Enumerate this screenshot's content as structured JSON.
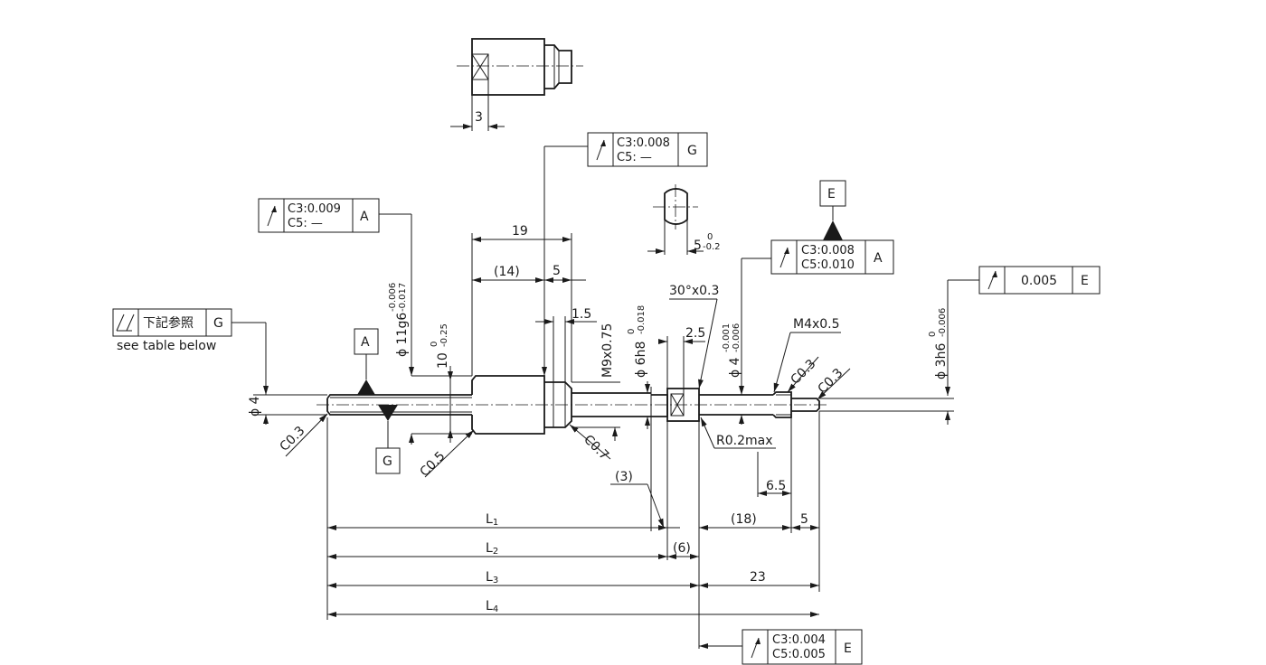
{
  "dimensions": {
    "top_view_3": "3",
    "d19": "19",
    "d14": "(14)",
    "d5": "5",
    "d1_5": "1.5",
    "flat_5": "5",
    "flat_5_tol_up": "0",
    "flat_5_tol_lo": "-0.2",
    "d2_5": "2.5",
    "chamfer_30": "30°x0.3",
    "thread_m4": "M4x0.5",
    "d6_5": "6.5",
    "d3": "(3)",
    "d18": "(18)",
    "d5b": "5",
    "d6": "(6)",
    "d23": "23",
    "r02": "R0.2max"
  },
  "diameters": {
    "phi4": "ϕ 4",
    "phi11": "ϕ 11g6",
    "phi11_up": "-0.006",
    "phi11_lo": "-0.017",
    "d10": "10",
    "d10_up": "0",
    "d10_lo": "-0.25",
    "m9": "M9x0.75",
    "phi6": "ϕ 6h8",
    "phi6_up": "0",
    "phi6_lo": "-0.018",
    "phi4b": "ϕ 4",
    "phi4b_up": "-0.001",
    "phi4b_lo": "-0.006",
    "phi3": "ϕ 3h6",
    "phi3_up": "0",
    "phi3_lo": "-0.006"
  },
  "chamfers": {
    "c03_left": "C0.3",
    "c05": "C0.5",
    "c07": "C0.7",
    "c03_r1": "C0.3",
    "c03_r2": "C0.3"
  },
  "lengths": {
    "l1_main": "L",
    "l1_sub": "1",
    "l2_main": "L",
    "l2_sub": "2",
    "l3_main": "L",
    "l3_sub": "3",
    "l4_main": "L",
    "l4_sub": "4"
  },
  "datums": {
    "a": "A",
    "g": "G",
    "e": "E"
  },
  "frames": {
    "fcf_top": {
      "line1": "C3:0.008",
      "line2": "C5:  —",
      "datum": "G"
    },
    "fcf_left": {
      "line1": "C3:0.009",
      "line2": "C5:  —",
      "datum": "A"
    },
    "fcf_right_mid": {
      "line1": "C3:0.008",
      "line2": "C5:0.010",
      "datum": "A"
    },
    "fcf_far_right": {
      "value": "0.005",
      "datum": "E"
    },
    "fcf_bottom": {
      "line1": "C3:0.004",
      "line2": "C5:0.005",
      "datum": "E"
    },
    "fcf_total": {
      "value": "下記参照",
      "datum": "G",
      "note": "see table below"
    }
  }
}
